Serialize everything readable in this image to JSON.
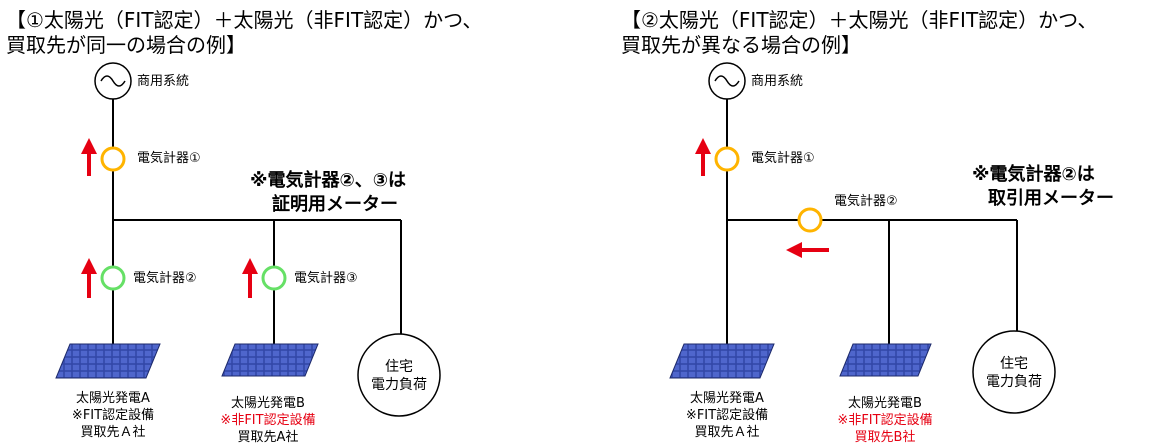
{
  "left": {
    "title_line1": "【①太陽光（FIT認定）＋太陽光（非FIT認定）かつ、",
    "title_line2": "買取先が同一の場合の例】",
    "grid_label": "商用系統",
    "meter1_label": "電気計器①",
    "meter2_label": "電気計器②",
    "meter3_label": "電気計器③",
    "note_line1": "※電気計器②、③は",
    "note_line2": "証明用メーター",
    "pvA": {
      "name": "太陽光発電A",
      "cert": "※FIT認定設備",
      "buyer": "買取先Ａ社"
    },
    "pvB": {
      "name": "太陽光発電B",
      "cert": "※非FIT認定設備",
      "buyer": "買取先A社"
    },
    "load_line1": "住宅",
    "load_line2": "電力負荷"
  },
  "right": {
    "title_line1": "【②太陽光（FIT認定）＋太陽光（非FIT認定）かつ、",
    "title_line2": "買取先が異なる場合の例】",
    "grid_label": "商用系統",
    "meter1_label": "電気計器①",
    "meter2_label": "電気計器②",
    "note_line1": "※電気計器②は",
    "note_line2": "取引用メーター",
    "pvA": {
      "name": "太陽光発電A",
      "cert": "※FIT認定設備",
      "buyer": "買取先Ａ社"
    },
    "pvB": {
      "name": "太陽光発電B",
      "cert": "※非FIT認定設備",
      "buyer": "買取先B社"
    },
    "load_line1": "住宅",
    "load_line2": "電力負荷"
  },
  "colors": {
    "meter_yellow": "#ffb400",
    "meter_green": "#66e066",
    "arrow_red": "#e60012",
    "line": "#000000",
    "panel_blue": "#3a4fb0"
  }
}
